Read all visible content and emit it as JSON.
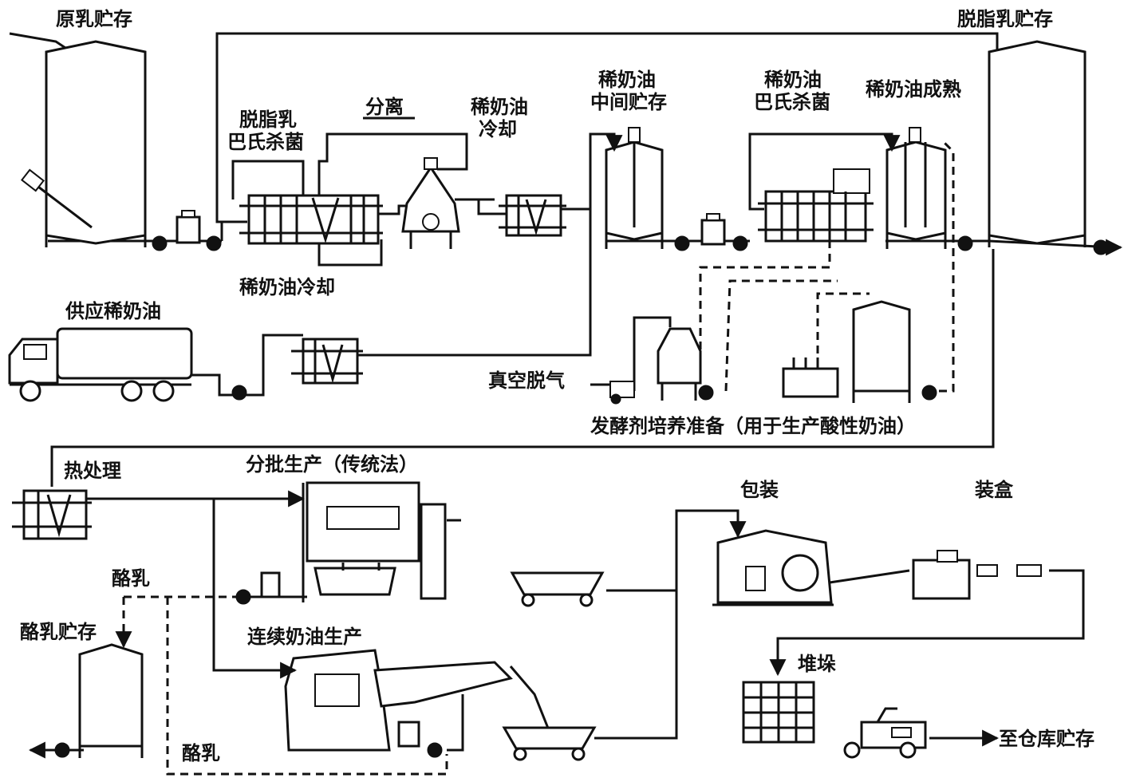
{
  "labels": {
    "raw_milk_storage": "原乳贮存",
    "skim_milk_storage": "脱脂乳贮存",
    "skim_pasteurize_1": "脱脂乳",
    "skim_pasteurize_2": "巴氏杀菌",
    "separation": "分离",
    "cream_cool_top_1": "稀奶油",
    "cream_cool_top_2": "冷却",
    "cream_buffer_1": "稀奶油",
    "cream_buffer_2": "中间贮存",
    "cream_pasteurize_1": "稀奶油",
    "cream_pasteurize_2": "巴氏杀菌",
    "cream_ripening": "稀奶油成熟",
    "cream_cooling": "稀奶油冷却",
    "cream_supply": "供应稀奶油",
    "vacuum_deaeration": "真空脱气",
    "starter_prep": "发酵剂培养准备（用于生产酸性奶油）",
    "heat_treatment": "热处理",
    "batch_production": "分批生产（传统法）",
    "buttermilk_1": "酪乳",
    "buttermilk_storage": "酪乳贮存",
    "continuous_production": "连续奶油生产",
    "buttermilk_2": "酪乳",
    "packaging": "包装",
    "cartoning": "装盒",
    "palletizing": "堆垛",
    "to_warehouse": "至仓库贮存"
  }
}
